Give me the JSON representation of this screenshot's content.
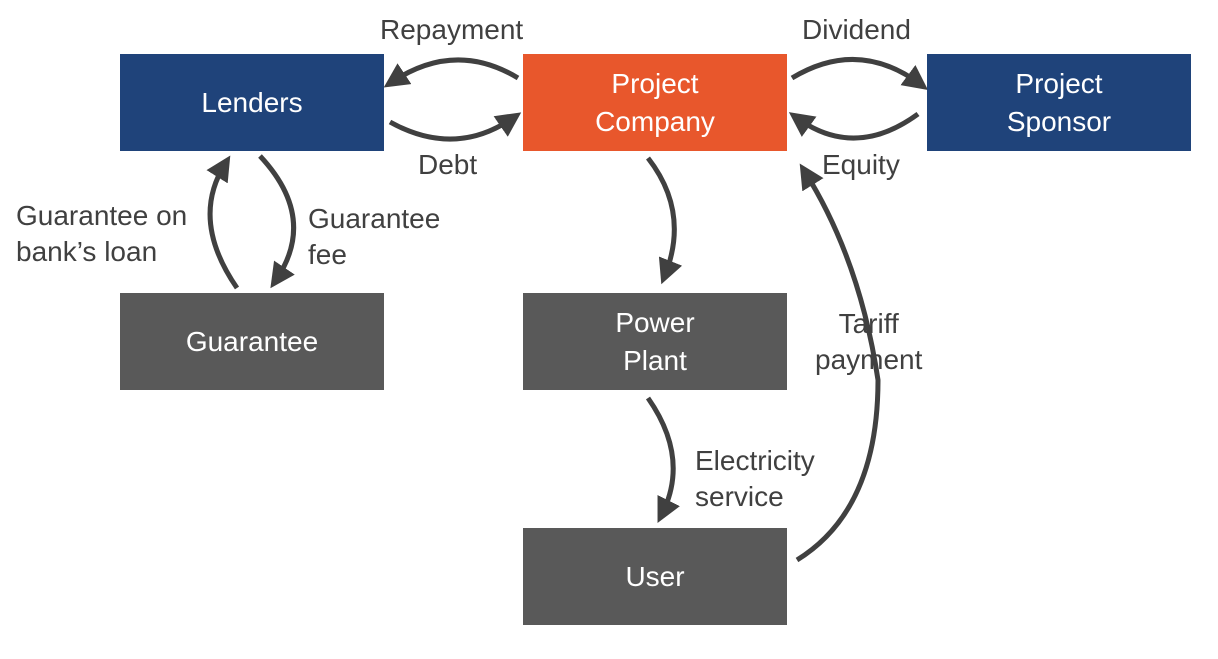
{
  "colors": {
    "sponsor_lender": "#1f437a",
    "company": "#e8572c",
    "other": "#595959",
    "arrow": "#404040"
  },
  "nodes": {
    "lenders": "Lenders",
    "project_company": [
      "Project",
      "Company"
    ],
    "project_sponsor": [
      "Project",
      "Sponsor"
    ],
    "guarantee": "Guarantee",
    "power_plant": [
      "Power",
      "Plant"
    ],
    "user": "User"
  },
  "flows": {
    "repayment": "Repayment",
    "debt": "Debt",
    "dividend": "Dividend",
    "equity": "Equity",
    "guarantee_on_loan": [
      "Guarantee on",
      "bank’s loan"
    ],
    "guarantee_fee": [
      "Guarantee",
      "fee"
    ],
    "tariff_payment": [
      "Tariff",
      "payment"
    ],
    "electricity_service": [
      "Electricity",
      "service"
    ]
  }
}
